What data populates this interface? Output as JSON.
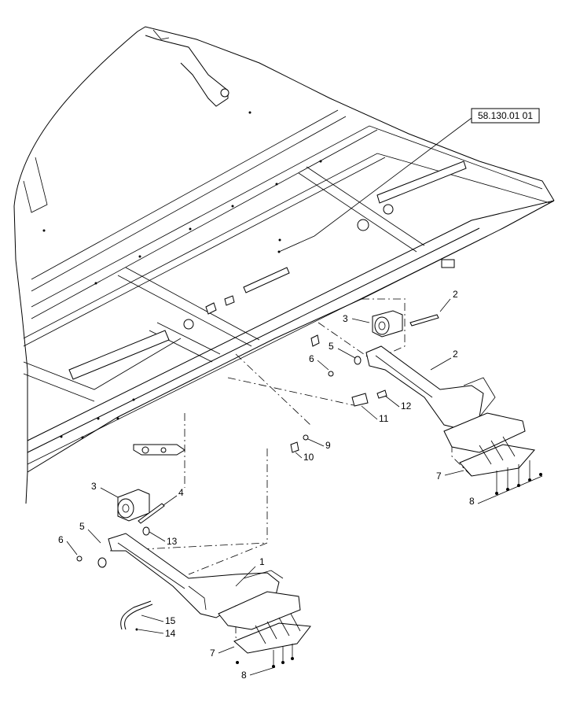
{
  "diagram": {
    "reference_box": "58.130.01 01",
    "callouts": [
      {
        "id": "c1",
        "text": "1"
      },
      {
        "id": "c2a",
        "text": "2"
      },
      {
        "id": "c2b",
        "text": "2"
      },
      {
        "id": "c3a",
        "text": "3"
      },
      {
        "id": "c3b",
        "text": "3"
      },
      {
        "id": "c4",
        "text": "4"
      },
      {
        "id": "c5a",
        "text": "5"
      },
      {
        "id": "c5b",
        "text": "5"
      },
      {
        "id": "c6a",
        "text": "6"
      },
      {
        "id": "c6b",
        "text": "6"
      },
      {
        "id": "c7a",
        "text": "7"
      },
      {
        "id": "c7b",
        "text": "7"
      },
      {
        "id": "c8a",
        "text": "8"
      },
      {
        "id": "c8b",
        "text": "8"
      },
      {
        "id": "c9",
        "text": "9"
      },
      {
        "id": "c10",
        "text": "10"
      },
      {
        "id": "c11",
        "text": "11"
      },
      {
        "id": "c12",
        "text": "12"
      },
      {
        "id": "c13",
        "text": "13"
      },
      {
        "id": "c14",
        "text": "14"
      },
      {
        "id": "c15",
        "text": "15"
      }
    ]
  }
}
